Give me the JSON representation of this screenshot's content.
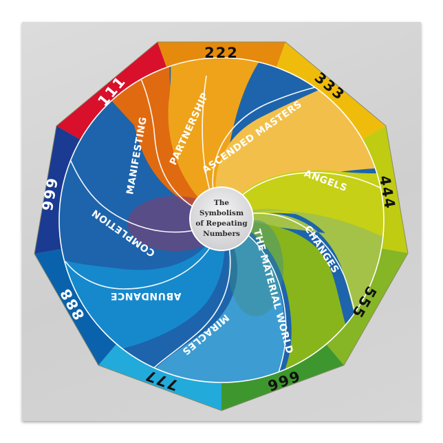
{
  "diagram": {
    "title_lines": [
      "The",
      "Symbolism",
      "of Repeating",
      "Numbers"
    ],
    "segments": [
      {
        "number": "111",
        "meaning": "MANIFESTING",
        "outer_color": "#d8102b",
        "inner_color": "#e06a10",
        "number_color": "#ffffff"
      },
      {
        "number": "222",
        "meaning": "PARTNERSHIP",
        "outer_color": "#e58a0c",
        "inner_color": "#eea31a",
        "number_color": "#111111"
      },
      {
        "number": "333",
        "meaning": "ASCENDED MASTERS",
        "outer_color": "#f0bc0c",
        "inner_color": "#f2c04a",
        "number_color": "#111111"
      },
      {
        "number": "444",
        "meaning": "ANGELS",
        "outer_color": "#bfcc12",
        "inner_color": "#c6d016",
        "number_color": "#111111"
      },
      {
        "number": "555",
        "meaning": "CHANGES",
        "outer_color": "#86b525",
        "inner_color": "#a3c247",
        "number_color": "#111111"
      },
      {
        "number": "666",
        "meaning": "THE MATERIAL WORLD",
        "outer_color": "#3e972e",
        "inner_color": "#88b51c",
        "number_color": "#111111"
      },
      {
        "number": "777",
        "meaning": "MIRACLES",
        "outer_color": "#22aadb",
        "inner_color": "#3d9cd2",
        "number_color": "#111111"
      },
      {
        "number": "888",
        "meaning": "ABUNDANCE",
        "outer_color": "#0a62ac",
        "inner_color": "#1689cc",
        "number_color": "#ffffff"
      },
      {
        "number": "999",
        "meaning": "COMPLETION",
        "outer_color": "#1a3b91",
        "inner_color": "#1d64ac",
        "number_color": "#ffffff"
      }
    ]
  }
}
